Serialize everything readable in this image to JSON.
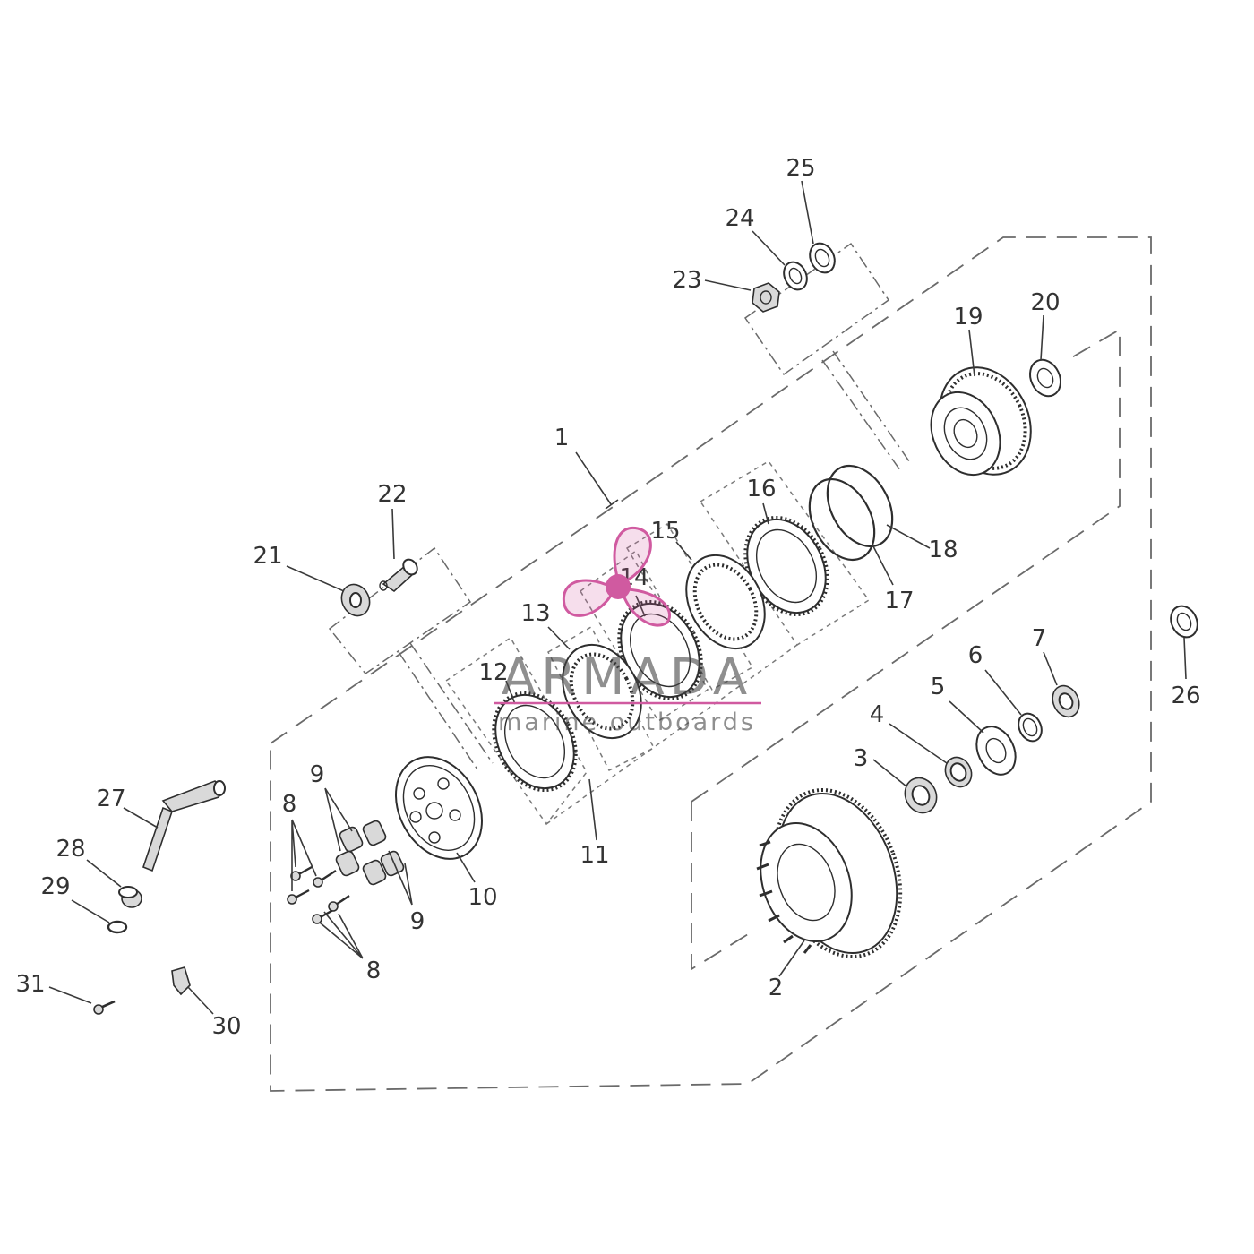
{
  "callouts": [
    "1",
    "2",
    "3",
    "4",
    "5",
    "6",
    "7",
    "8",
    "8",
    "9",
    "9",
    "10",
    "11",
    "12",
    "13",
    "14",
    "15",
    "16",
    "17",
    "18",
    "19",
    "20",
    "21",
    "22",
    "23",
    "24",
    "25",
    "26",
    "27",
    "28",
    "29",
    "30",
    "31"
  ],
  "watermark": {
    "name": "ARMADA",
    "subtitle": "marine outboards",
    "logo_icon": "propeller-logo-icon",
    "color": "#d05aa0"
  }
}
